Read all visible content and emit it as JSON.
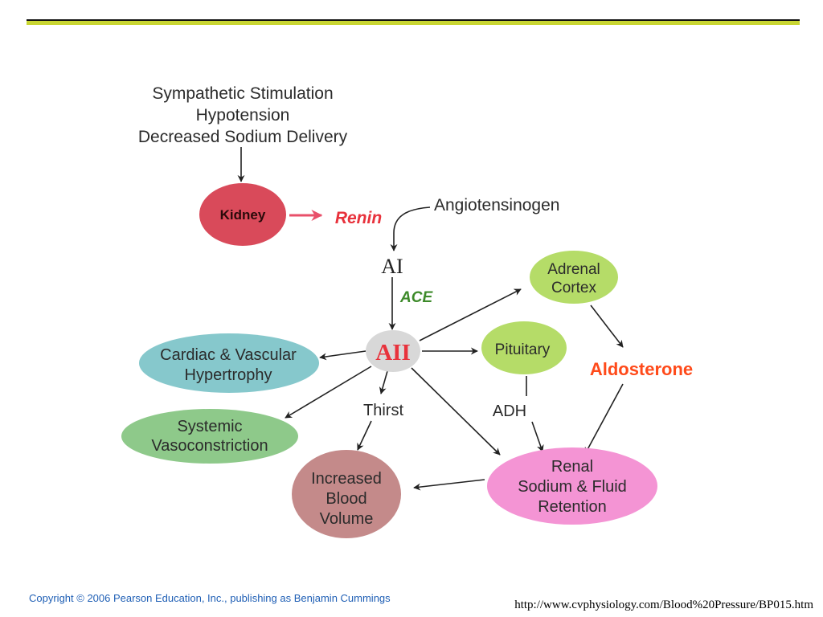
{
  "stimuli": [
    "Sympathetic Stimulation",
    "Hypotension",
    "Decreased Sodium Delivery"
  ],
  "nodes": {
    "kidney": "Kidney",
    "renin": "Renin",
    "angiotensinogen": "Angiotensinogen",
    "ai": "AI",
    "ace": "ACE",
    "aii": "AII",
    "adrenal_cortex": [
      "Adrenal",
      "Cortex"
    ],
    "pituitary": "Pituitary",
    "aldosterone": "Aldosterone",
    "adh": "ADH",
    "cardiac": [
      "Cardiac & Vascular",
      "Hypertrophy"
    ],
    "systemic": [
      "Systemic",
      "Vasoconstriction"
    ],
    "thirst": "Thirst",
    "blood_volume": [
      "Increased",
      "Blood",
      "Volume"
    ],
    "renal": [
      "Renal",
      "Sodium & Fluid",
      "Retention"
    ]
  },
  "colors": {
    "kidney": "#d94a5a",
    "renin": "#e8323c",
    "aii": "#d8d8d8",
    "ace": "#3d8a2a",
    "adrenal": "#b5dc68",
    "pituitary": "#b5dc68",
    "aldosterone": "#ff4a1a",
    "cardiac": "#86c8cc",
    "systemic": "#8ec98a",
    "blood_volume": "#c48a8a",
    "renal": "#f494d4"
  },
  "footer": {
    "copyright": "Copyright © 2006 Pearson Education, Inc., publishing as Benjamin Cummings",
    "url": "http://www.cvphysiology.com/Blood%20Pressure/BP015.htm"
  }
}
